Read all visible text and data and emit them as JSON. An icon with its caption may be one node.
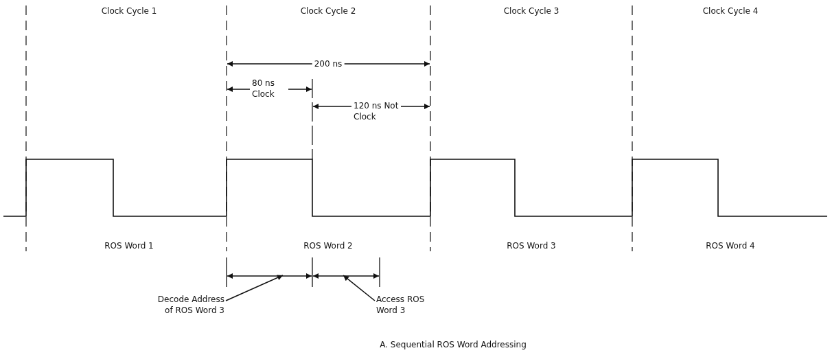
{
  "diagram": {
    "caption": "A. Sequential ROS Word Addressing",
    "nodes": [
      {
        "text": [
          "Decode Address of ROS Word 3"
        ]
      },
      {
        "text": [
          "Access ROS Word 3"
        ]
      },
      {
        "text": [],
        "shape": "bar"
      },
      {
        "text": [],
        "shape": "bar"
      }
    ],
    "edges": [
      {
        "from": 0,
        "to": 2,
        "arrow": "to"
      },
      {
        "from": 1,
        "to": 3,
        "arrow": "to"
      }
    ],
    "labels": [
      "Clock Cycle 1",
      "Clock Cycle 2",
      "Clock Cycle 3",
      "Clock Cycle 4",
      "200 ns",
      "80 ns Clock",
      "120 ns Not Clock",
      "ROS Word 1",
      "ROS Word 2",
      "ROS Word 3",
      "ROS Word 4"
    ]
  }
}
